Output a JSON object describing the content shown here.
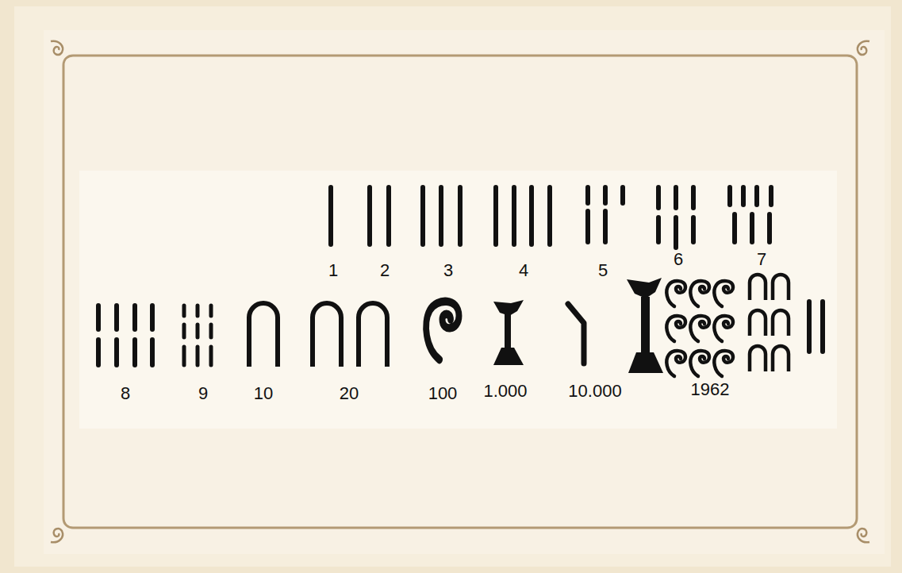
{
  "diagram": {
    "labels": [
      "1",
      "2",
      "3",
      "4",
      "5",
      "6",
      "7",
      "8",
      "9",
      "10",
      "20",
      "100",
      "1.000",
      "10.000",
      "1962"
    ]
  }
}
